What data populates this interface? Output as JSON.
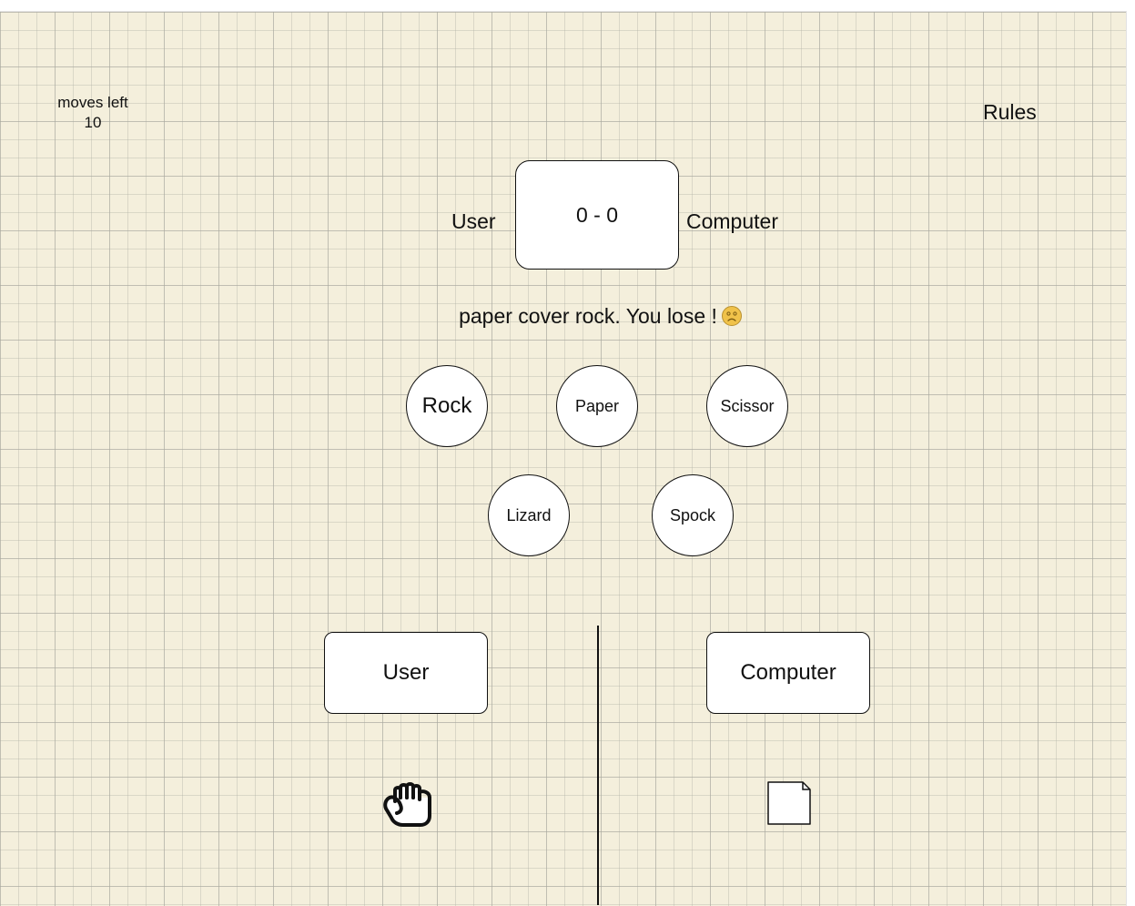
{
  "moves": {
    "label": "moves left",
    "value": "10"
  },
  "rules_label": "Rules",
  "scoreboard": {
    "user_label": "User",
    "score": "0 - 0",
    "computer_label": "Computer"
  },
  "result_message": "paper cover rock. You lose !",
  "choices": [
    "Rock",
    "Paper",
    "Scissor",
    "Lizard",
    "Spock"
  ],
  "selected_choice": "Rock",
  "players": {
    "user_label": "User",
    "computer_label": "Computer",
    "user_pick_icon": "fist-icon",
    "computer_pick_icon": "paper-icon"
  },
  "colors": {
    "background": "#f4efdc",
    "grid": "#c8c6b8",
    "box_border": "#111111",
    "sad_face": "#f0c24a"
  }
}
